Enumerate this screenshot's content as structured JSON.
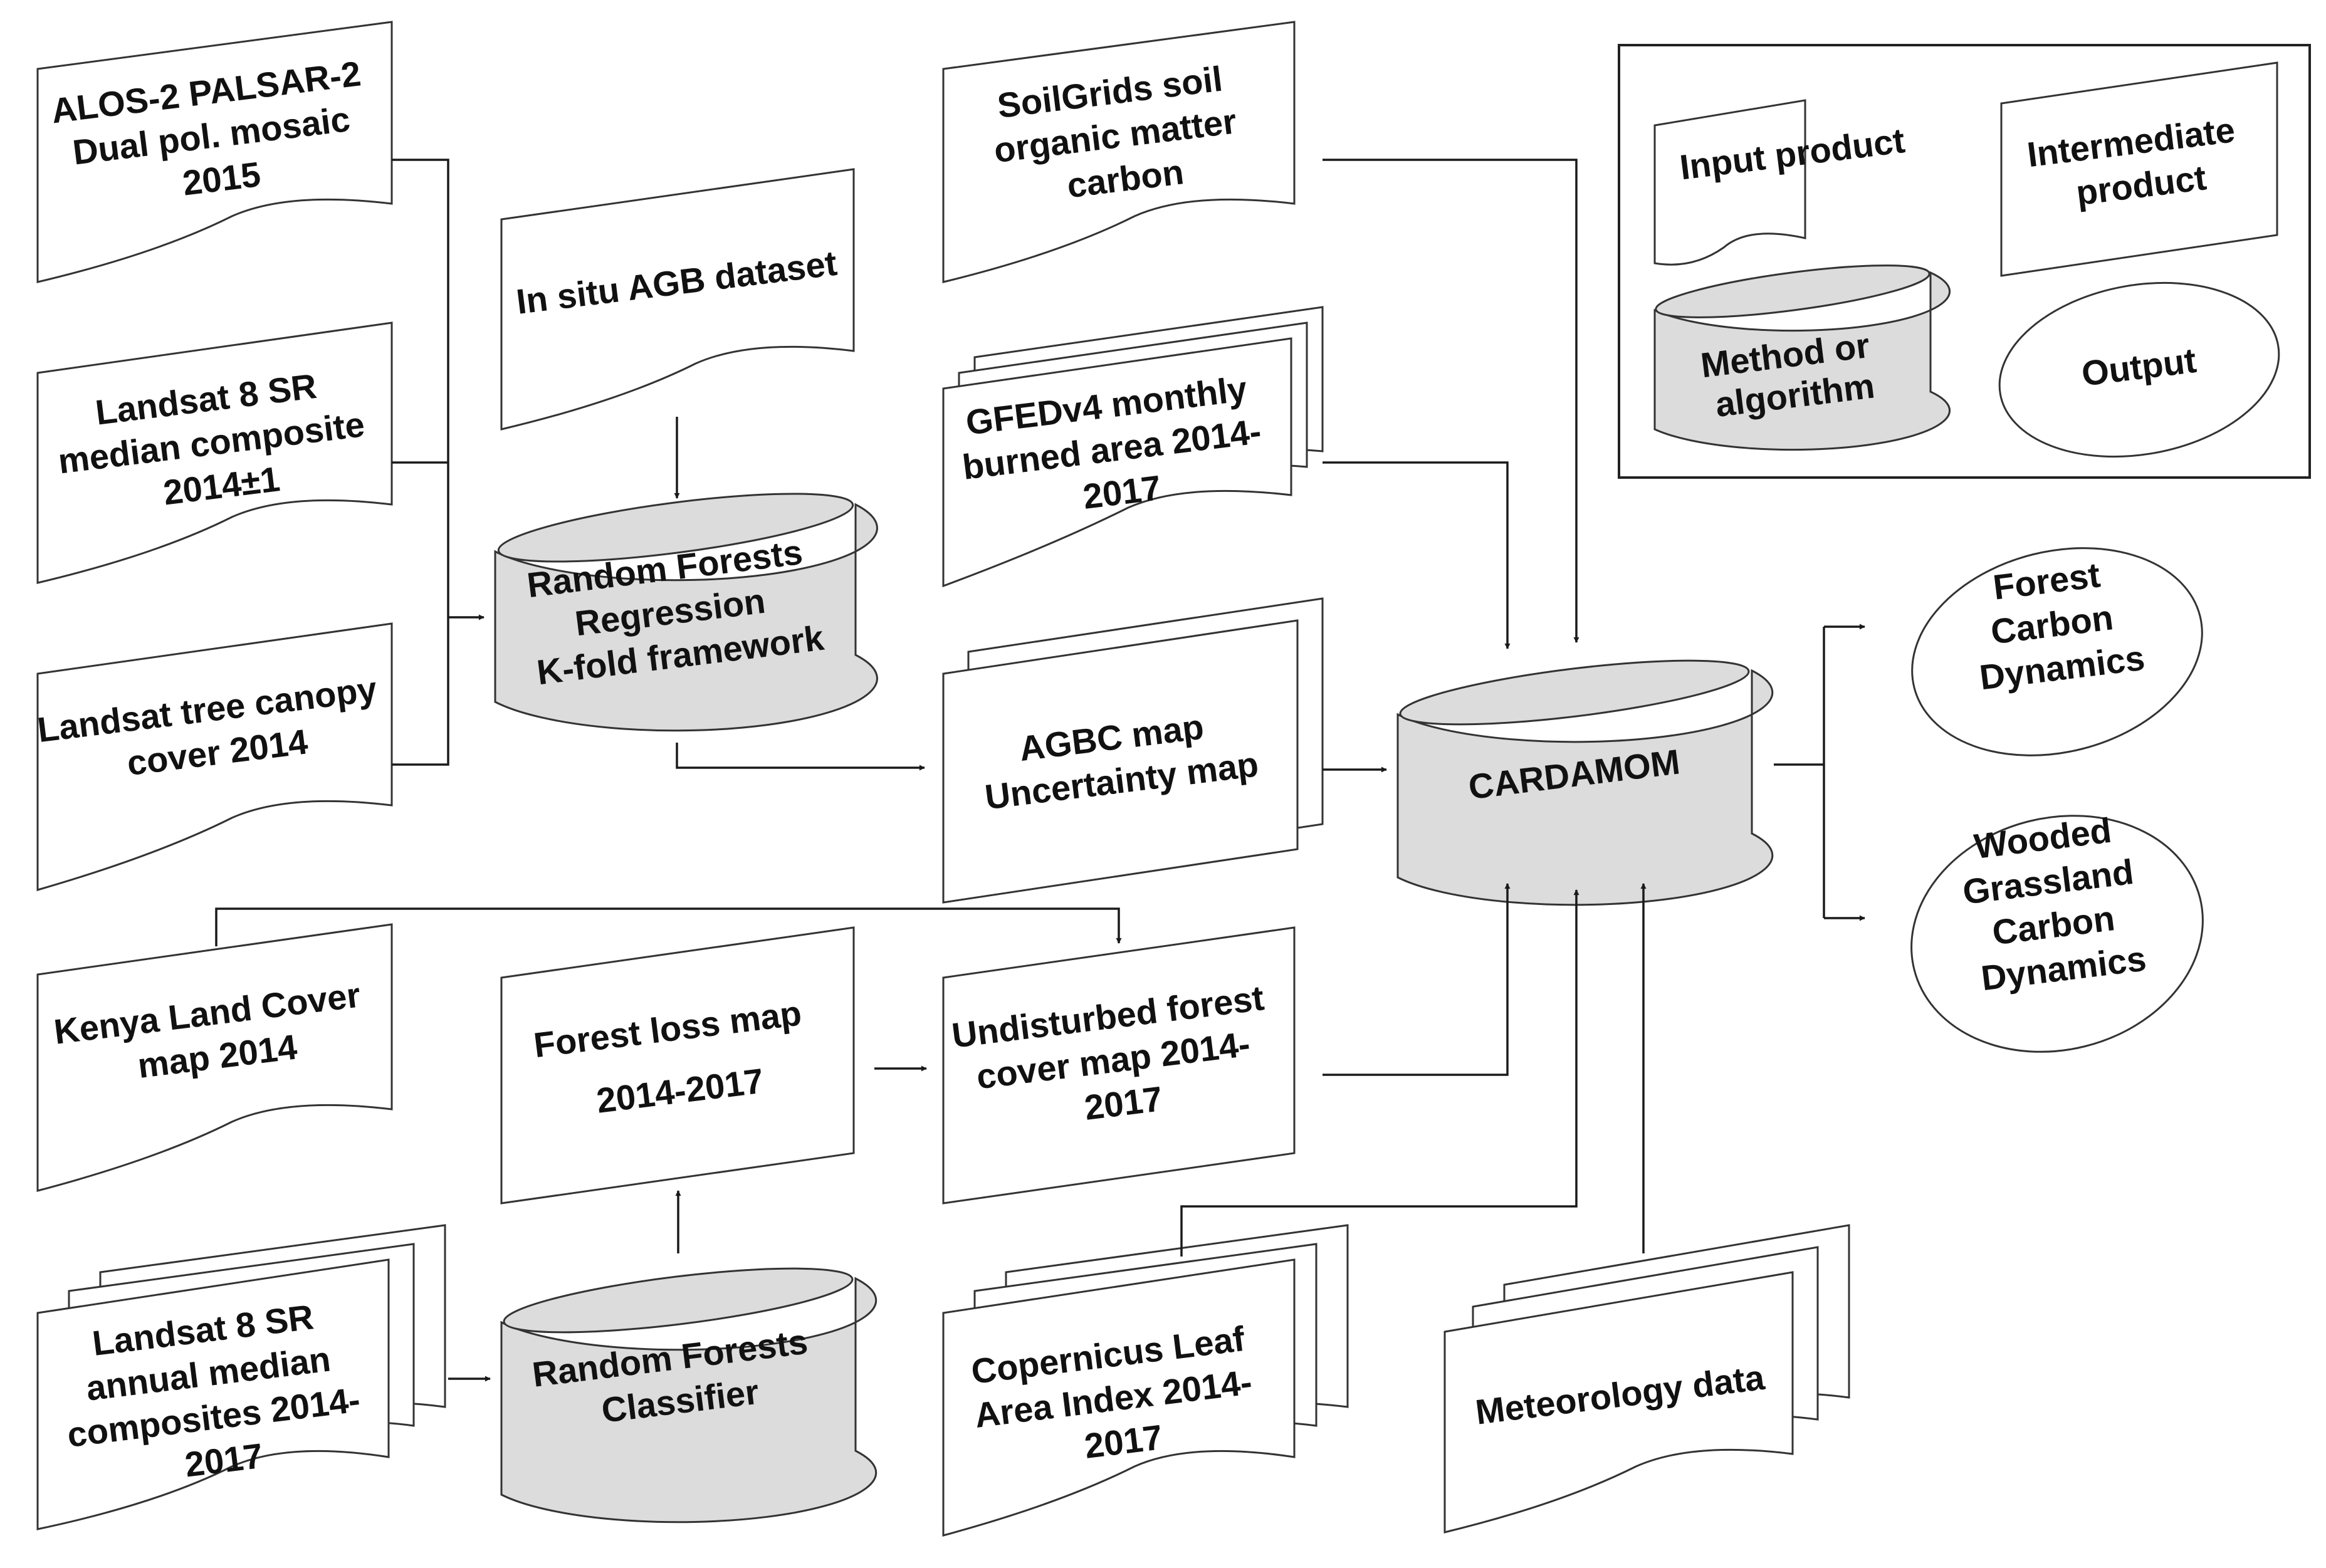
{
  "legend": {
    "input_product": "Input  product",
    "intermediate_product": [
      "Intermediate",
      "product"
    ],
    "method_or_algorithm": [
      "Method or",
      "algorithm"
    ],
    "output": "Output"
  },
  "inputs": {
    "alos": [
      "ALOS-2 PALSAR-2",
      "Dual pol. mosaic",
      "2015"
    ],
    "landsat_median": [
      "Landsat 8 SR",
      "median composite",
      "2014±1"
    ],
    "tree_canopy": [
      "Landsat tree canopy",
      "cover 2014"
    ],
    "in_situ": "In situ AGB dataset",
    "soilgrids": [
      "SoilGrids soil",
      "organic matter",
      "carbon"
    ],
    "gfed": [
      "GFEDv4 monthly",
      "burned area 2014-",
      "2017"
    ],
    "kenya": [
      "Kenya Land Cover",
      "map 2014"
    ],
    "landsat_annual": [
      "Landsat 8 SR",
      "annual median",
      "composites 2014-",
      "2017"
    ],
    "copernicus": [
      "Copernicus Leaf",
      "Area Index 2014-",
      "2017"
    ],
    "meteorology": "Meteorology data"
  },
  "methods": {
    "rf_regression": [
      "Random Forests",
      "Regression",
      "K-fold framework"
    ],
    "cardamom": "CARDAMOM",
    "rf_classifier": [
      "Random Forests",
      "Classifier"
    ]
  },
  "intermediates": {
    "agbc": [
      "AGBC map",
      "Uncertainty map"
    ],
    "forest_loss": [
      "Forest loss map",
      "2014-2017"
    ],
    "undisturbed": [
      "Undisturbed forest",
      "cover map 2014-",
      "2017"
    ]
  },
  "outputs": {
    "forest_carbon": [
      "Forest",
      "Carbon",
      "Dynamics"
    ],
    "grassland_carbon": [
      "Wooded",
      "Grassland",
      "Carbon",
      "Dynamics"
    ]
  }
}
